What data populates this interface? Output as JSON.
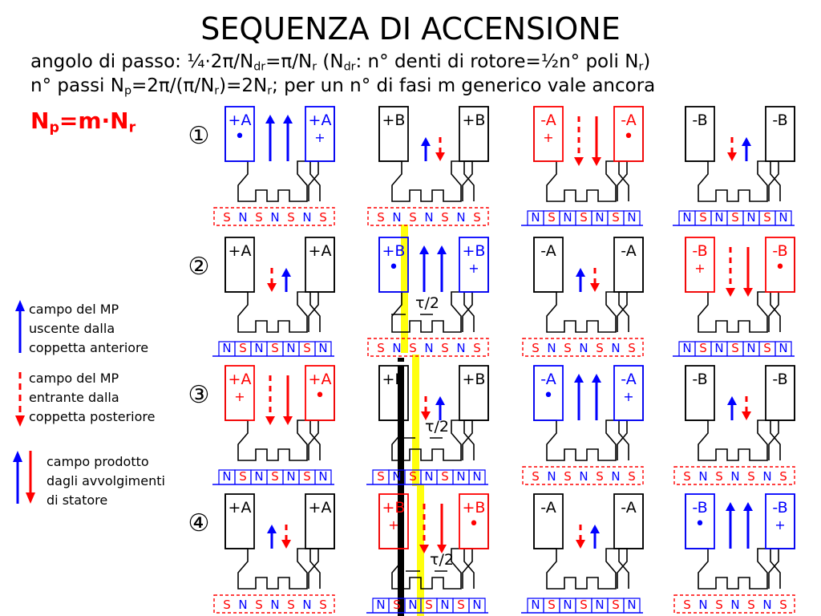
{
  "title": "SEQUENZA DI ACCENSIONE",
  "formula1": {
    "a": "angolo di passo: ¼·2π/N",
    "s1": "dr",
    "b": "=π/N",
    "s2": "r",
    "c": " (N",
    "s3": "dr",
    "d": ": n° denti di rotore=½n° poli N",
    "s4": "r",
    "e": ")"
  },
  "formula2": {
    "a": "n° passi N",
    "s1": "p",
    "b": "=2π/(π/N",
    "s2": "r",
    "c": ")=2N",
    "s3": "r",
    "d": "; per un n° di fasi m generico vale ancora"
  },
  "formula3": {
    "a": "N",
    "s1": "p",
    "b": "=m·N",
    "s2": "r"
  },
  "legend": {
    "mp_out": [
      "campo del MP",
      "uscente dalla",
      "coppetta anteriore"
    ],
    "mp_in": [
      "campo del MP",
      "entrante dalla",
      "coppetta posteriore"
    ],
    "stator": [
      "campo prodotto",
      "dagli avvolgimenti",
      "di statore"
    ]
  },
  "colors": {
    "blue": "#0000ff",
    "red": "#ff0000",
    "black": "#000000",
    "highlight": "#ffff00"
  },
  "steps": [
    "①",
    "②",
    "③",
    "④"
  ],
  "tau_label": "τ/2",
  "grid": [
    [
      {
        "l": "+A",
        "r": "+A",
        "color": "blue",
        "lm": "•",
        "rm": "+",
        "sol": [
          "up",
          "up"
        ],
        "mp": null,
        "strip": "SNSNSNS",
        "dashed": true
      },
      {
        "l": "+B",
        "r": "+B",
        "color": "black",
        "lm": "",
        "rm": "",
        "sol": [],
        "mp": "out-in",
        "strip": "SNSNSNS",
        "dashed": true
      },
      {
        "l": "-A",
        "r": "-A",
        "color": "red",
        "lm": "+",
        "rm": "•",
        "sol": [
          "down-dashed",
          "down"
        ],
        "mp": null,
        "strip": "NSNSNSN",
        "dashed": false
      },
      {
        "l": "-B",
        "r": "-B",
        "color": "black",
        "lm": "",
        "rm": "",
        "sol": [],
        "mp": "in-out",
        "strip": "NSNSNSN",
        "dashed": false
      }
    ],
    [
      {
        "l": "+A",
        "r": "+A",
        "color": "black",
        "lm": "",
        "rm": "",
        "sol": [],
        "mp": "in-out",
        "strip": "NSNSNSN",
        "dashed": false
      },
      {
        "l": "+B",
        "r": "+B",
        "color": "blue",
        "lm": "•",
        "rm": "+",
        "sol": [
          "up",
          "up"
        ],
        "mp": null,
        "strip": "SNSNSNS",
        "dashed": true
      },
      {
        "l": "-A",
        "r": "-A",
        "color": "black",
        "lm": "",
        "rm": "",
        "sol": [],
        "mp": "out-in",
        "strip": "SNSNSNS",
        "dashed": true
      },
      {
        "l": "-B",
        "r": "-B",
        "color": "red",
        "lm": "+",
        "rm": "•",
        "sol": [
          "down-dashed",
          "down"
        ],
        "mp": null,
        "strip": "NSNSNSN",
        "dashed": false
      }
    ],
    [
      {
        "l": "+A",
        "r": "+A",
        "color": "red",
        "lm": "+",
        "rm": "•",
        "sol": [
          "down-dashed",
          "down"
        ],
        "mp": null,
        "strip": "NSNSNSN",
        "dashed": false
      },
      {
        "l": "+B",
        "r": "+B",
        "color": "black",
        "lm": "",
        "rm": "",
        "sol": [],
        "mp": "in-out",
        "strip": "SNSNSNN",
        "dashed": false
      },
      {
        "l": "-A",
        "r": "-A",
        "color": "blue",
        "lm": "•",
        "rm": "+",
        "sol": [
          "up",
          "up"
        ],
        "mp": null,
        "strip": "SNSNSNS",
        "dashed": true
      },
      {
        "l": "-B",
        "r": "-B",
        "color": "black",
        "lm": "",
        "rm": "",
        "sol": [],
        "mp": "out-in",
        "strip": "SNSNSNS",
        "dashed": true
      }
    ],
    [
      {
        "l": "+A",
        "r": "+A",
        "color": "black",
        "lm": "",
        "rm": "",
        "sol": [],
        "mp": "out-in",
        "strip": "SNSNSNS",
        "dashed": true
      },
      {
        "l": "+B",
        "r": "+B",
        "color": "red",
        "lm": "+",
        "rm": "•",
        "sol": [
          "down-dashed",
          "down"
        ],
        "mp": null,
        "strip": "NSNSNSN",
        "dashed": false
      },
      {
        "l": "-A",
        "r": "-A",
        "color": "black",
        "lm": "",
        "rm": "",
        "sol": [],
        "mp": "in-out",
        "strip": "NSNSNSN",
        "dashed": false
      },
      {
        "l": "-B",
        "r": "-B",
        "color": "blue",
        "lm": "•",
        "rm": "+",
        "sol": [
          "up",
          "up"
        ],
        "mp": null,
        "strip": "SNSNSNS",
        "dashed": true
      }
    ]
  ]
}
